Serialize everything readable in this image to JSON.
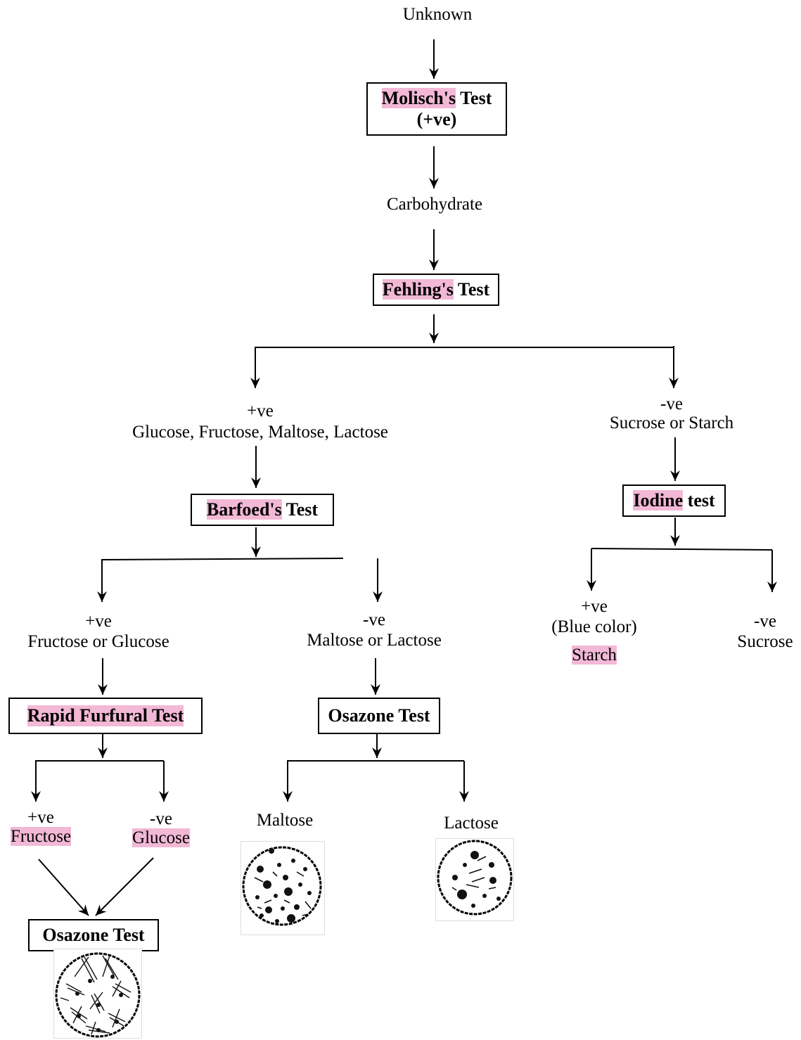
{
  "root": "Unknown",
  "molisch": {
    "hl": "Molisch's",
    "rest": " Test",
    "line2": "(+ve)"
  },
  "carbohydrate": "Carbohydrate",
  "fehling": {
    "hl": "Fehling's",
    "rest": " Test"
  },
  "fehling_pos": {
    "sign": "+ve",
    "items": "Glucose, Fructose, Maltose, Lactose"
  },
  "fehling_neg": {
    "sign": "-ve",
    "items": "Sucrose or Starch"
  },
  "barfoed": {
    "hl": "Barfoed's",
    "rest": " Test"
  },
  "iodine": {
    "hl": "Iodine",
    "rest": " test"
  },
  "iodine_pos": {
    "sign": "+ve",
    "note": "(Blue color)",
    "result": "Starch"
  },
  "iodine_neg": {
    "sign": "-ve",
    "result": "Sucrose"
  },
  "barfoed_pos": {
    "sign": "+ve",
    "items": "Fructose or Glucose"
  },
  "barfoed_neg": {
    "sign": "-ve",
    "items": "Maltose or Lactose"
  },
  "furfural": {
    "hl": "Rapid Furfural Test"
  },
  "osazone_mid": {
    "label": "Osazone Test"
  },
  "furfural_pos": {
    "sign": "+ve",
    "result": "Fructose"
  },
  "furfural_neg": {
    "sign": "-ve",
    "result": "Glucose"
  },
  "maltose": "Maltose",
  "lactose": "Lactose",
  "osazone_left": {
    "label": "Osazone Test"
  },
  "crystal_icons": [
    "maltose-crystal-icon",
    "lactose-crystal-icon",
    "glucosazone-crystal-icon"
  ]
}
